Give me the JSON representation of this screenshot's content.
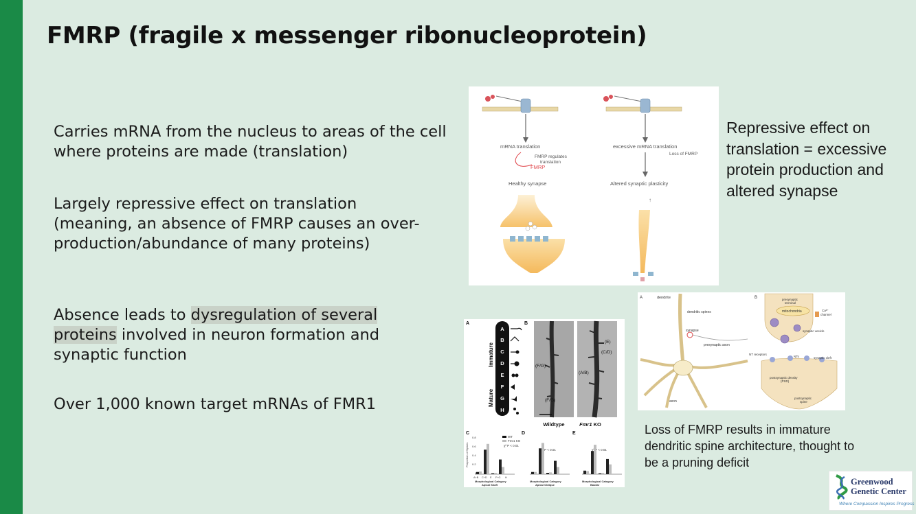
{
  "slide": {
    "title": "FMRP (fragile x messenger ribonucleoprotein)",
    "bullets": {
      "b1": "Carries mRNA from the nucleus to areas of the cell where proteins are made (translation)",
      "b2": "Largely repressive effect on translation (meaning, an absence of FMRP causes an over-production/abundance of many proteins)",
      "b3_prefix": "Absence leads to ",
      "b3_highlight": "dysregulation of several proteins",
      "b3_suffix": " involved in neuron formation and synaptic function",
      "b4": "Over 1,000 known target mRNAs of FMR1"
    },
    "caption_right": "Repressive effect on translation = excessive protein production and altered synapse",
    "caption_bottom": "Loss of FMRP results in immature dendritic spine architecture, thought to be a pruning deficit"
  },
  "figure_synapse": {
    "left_step": "mRNA translation",
    "fmrp_regulates": "FMRP regulates",
    "translation": "translation",
    "fmrp": "FMRP",
    "left_caption": "Healthy synapse",
    "right_step": "excessive mRNA translation",
    "loss": "Loss of FMRP",
    "right_caption": "Altered synaptic plasticity",
    "arrow_mark": "↑"
  },
  "figure_spines": {
    "panel_a": "A",
    "panel_b": "B",
    "panel_c": "C",
    "panel_d": "D",
    "panel_e": "E",
    "immature": "Immature",
    "mature": "Mature",
    "letters": [
      "A",
      "B",
      "C",
      "D",
      "E",
      "F",
      "G",
      "H"
    ],
    "wildtype": "Wildtype",
    "fmr1": "Fmr1",
    "ko": " KO",
    "labels_wt": [
      "(F/G)",
      "(F/G)"
    ],
    "labels_ko": [
      "(E)",
      "(C/D)",
      "(A/B)"
    ],
    "ylabel": "Proportion of Spines",
    "legend_wt": "WT",
    "legend_ko": "Fmr1 KO",
    "chi_c": "χ²  P < 0.01",
    "chi_d": "χ²  P < 0.01",
    "chi_e": "χ²  P < 0.01",
    "xcats": [
      "A+B",
      "C+D",
      "E",
      "F+G",
      "H"
    ],
    "xlabel_top": "Morphological Category",
    "c_sub": "Apical Shaft",
    "d_sub": "Apical Oblique",
    "e_sub": "Basilar",
    "yticks": [
      "0.8",
      "0.6",
      "0.4",
      "0.2",
      "0"
    ]
  },
  "figure_neuron": {
    "panel_a": "A",
    "panel_b": "B",
    "dendrite": "dendrite",
    "dendritic_spines": "dendritic spines",
    "synapse": "synapse",
    "presynaptic_axon": "presynaptic axon",
    "axon": "axon",
    "presynaptic_terminal_1": "presynaptic",
    "presynaptic_terminal_2": "terminal",
    "mitochondria": "mitochondria",
    "ca_channel_1": "Ca²⁺",
    "ca_channel_2": "channel",
    "synaptic_vesicle": "synaptic vesicle",
    "nt_receptors": "NT receptors",
    "nts": "NTs",
    "synaptic_cleft": "synaptic cleft",
    "psd_1": "postsynaptic density",
    "psd_2": "(PSD)",
    "postsynaptic_spine_1": "postsynaptic",
    "postsynaptic_spine_2": "spine"
  },
  "logo": {
    "name_line1": "Greenwood",
    "name_line2": "Genetic Center",
    "tagline": "Where Compassion Inspires Progress"
  },
  "colors": {
    "background": "#dbebe1",
    "accent_bar": "#1a8a47",
    "fmrp_red": "#e0474c",
    "synapse_orange": "#f6c26a",
    "logo_green": "#2f9a45"
  }
}
